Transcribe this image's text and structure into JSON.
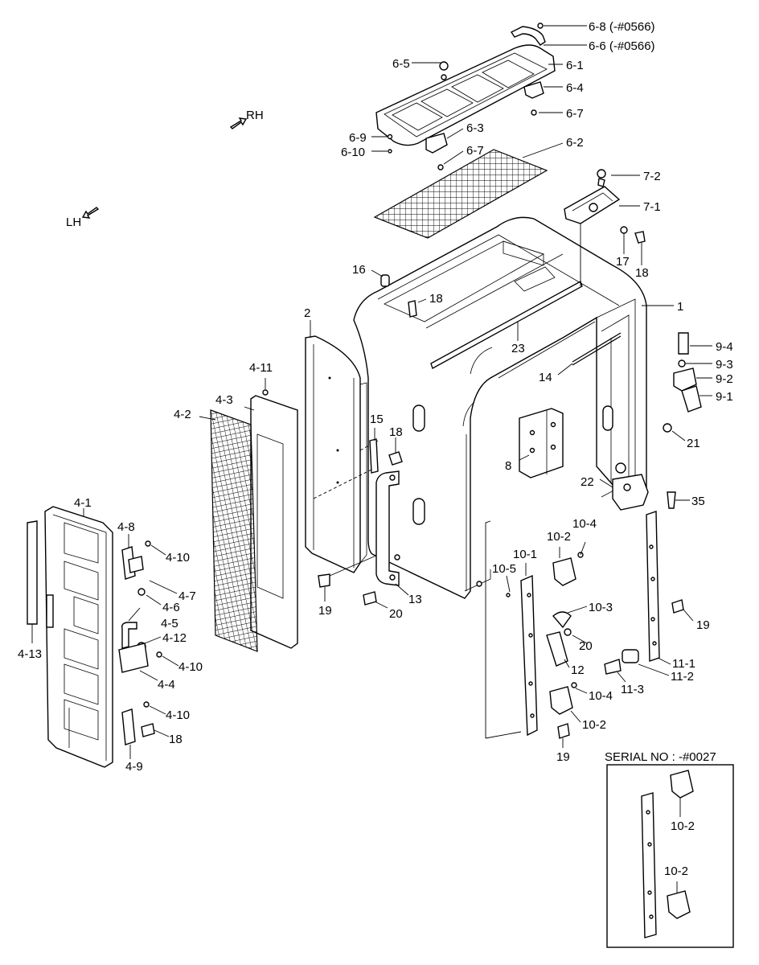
{
  "direction": {
    "rh": "RH",
    "lh": "LH"
  },
  "inset": {
    "title": "SERIAL NO : -#0027",
    "label_top": "10-2",
    "label_bottom": "10-2"
  },
  "callouts": {
    "c6_8": "6-8 (-#0566)",
    "c6_6": "6-6 (-#0566)",
    "c6_5": "6-5",
    "c6_1": "6-1",
    "c6_4": "6-4",
    "c6_7a": "6-7",
    "c6_9": "6-9",
    "c6_3": "6-3",
    "c6_10": "6-10",
    "c6_7b": "6-7",
    "c6_2": "6-2",
    "c7_2": "7-2",
    "c7_1": "7-1",
    "c17": "17",
    "c18a": "18",
    "c16": "16",
    "c18b": "18",
    "c1": "1",
    "c2": "2",
    "c23": "23",
    "c9_4": "9-4",
    "c9_3": "9-3",
    "c9_2": "9-2",
    "c9_1": "9-1",
    "c14": "14",
    "c4_11": "4-11",
    "c4_3": "4-3",
    "c4_2": "4-2",
    "c15": "15",
    "c18c": "18",
    "c21": "21",
    "c8": "8",
    "c22": "22",
    "c35": "35",
    "c4_1": "4-1",
    "c4_8": "4-8",
    "c4_10a": "4-10",
    "c4_6": "4-6",
    "c4_7": "4-7",
    "c4_5": "4-5",
    "c4_12": "4-12",
    "c4_10b": "4-10",
    "c4_4": "4-4",
    "c4_10c": "4-10",
    "c18d": "18",
    "c4_9": "4-9",
    "c4_13": "4-13",
    "c19a": "19",
    "c13": "13",
    "c20a": "20",
    "c10_4a": "10-4",
    "c10_2a": "10-2",
    "c10_1": "10-1",
    "c10_5": "10-5",
    "c10_3": "10-3",
    "c20b": "20",
    "c12": "12",
    "c10_4b": "10-4",
    "c10_2b": "10-2",
    "c19b": "19",
    "c19c": "19",
    "c11_1": "11-1",
    "c11_2": "11-2",
    "c11_3": "11-3"
  }
}
